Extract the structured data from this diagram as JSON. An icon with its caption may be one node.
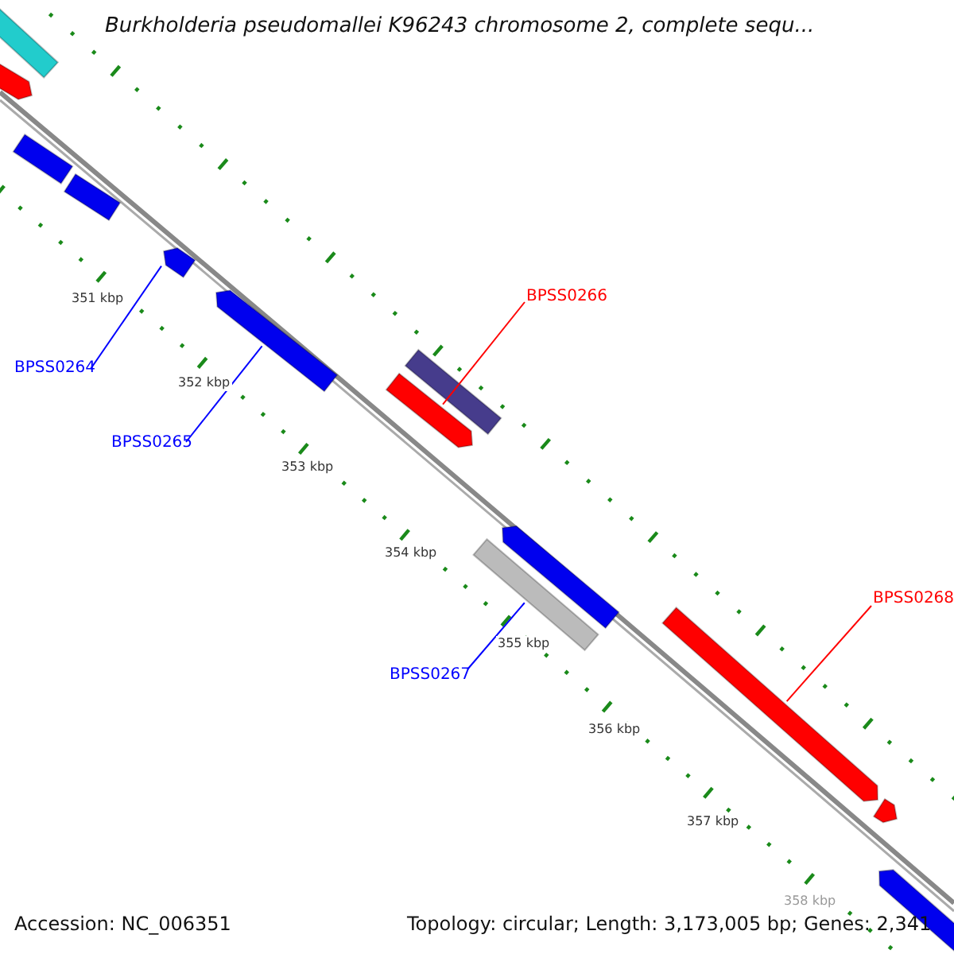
{
  "diagram": {
    "title": "Burkholderia pseudomallei K96243 chromosome 2, complete sequ...",
    "nodes": [
      {
        "text": [
          "BPSS0264"
        ]
      },
      {
        "text": [
          "BPSS0265"
        ]
      },
      {
        "text": [
          "BPSS0266"
        ]
      },
      {
        "text": [
          "BPSS0267"
        ]
      },
      {
        "text": [
          "BPSS0268"
        ]
      },
      {
        "text": [],
        "shape": "bar"
      },
      {
        "text": [],
        "shape": "bar"
      },
      {
        "text": [],
        "shape": "bar"
      },
      {
        "text": [],
        "shape": "bar"
      },
      {
        "text": [],
        "shape": "bar"
      },
      {
        "text": [],
        "shape": "bar"
      },
      {
        "text": [],
        "shape": "bar"
      },
      {
        "text": [],
        "shape": "bar"
      },
      {
        "text": [],
        "shape": "bar"
      },
      {
        "text": [],
        "shape": "bar"
      },
      {
        "text": [],
        "shape": "bar"
      },
      {
        "text": [],
        "shape": "bar"
      },
      {
        "text": [],
        "shape": "bar"
      }
    ],
    "edges": [
      {
        "from": 0,
        "to": 9,
        "arrow": "none",
        "color": "#0000ff"
      },
      {
        "from": 1,
        "to": 10,
        "arrow": "none",
        "color": "#0000ff"
      },
      {
        "from": 2,
        "to": 12,
        "arrow": "none",
        "color": "#ff0000"
      },
      {
        "from": 3,
        "to": 14,
        "arrow": "none",
        "color": "#0000ff"
      },
      {
        "from": 4,
        "to": 15,
        "arrow": "none",
        "color": "#ff0000"
      }
    ],
    "labels": [
      "351 kbp",
      "352 kbp",
      "353 kbp",
      "354 kbp",
      "355 kbp",
      "356 kbp",
      "357 kbp",
      "358 kbp",
      "Accession: NC_006351",
      "Topology: circular; Length: 3,173,005 bp; Genes: 2,341"
    ]
  }
}
